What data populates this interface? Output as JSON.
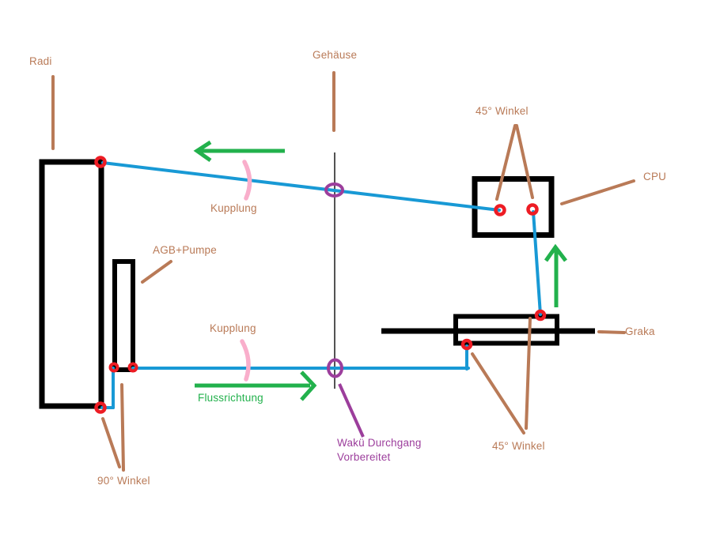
{
  "diagram": {
    "description": "Hand-drawn water-cooling loop plan (Paint-style sketch)",
    "labels": {
      "radi": "Radi",
      "gehaeuse": "Gehäuse",
      "winkel45_top": "45° Winkel",
      "cpu": "CPU",
      "kupplung_top": "Kupplung",
      "agb_pumpe": "AGB+Pumpe",
      "kupplung_bottom": "Kupplung",
      "graka": "Graka",
      "flussrichtung": "Flussrichtung",
      "wakue_durchgang_line1": "Wakü Durchgang",
      "wakue_durchgang_line2": "Vorbereitet",
      "winkel45_bottom": "45° Winkel",
      "winkel90": "90° Winkel"
    },
    "colors": {
      "component_outline": "#000000",
      "tubing": "#1899D5",
      "fitting": "#ED1C24",
      "annotation_text": "#B97A57",
      "flow_arrow": "#22B14C",
      "coupling_mark": "#F9AECB",
      "passthrough": "#9C3E9C",
      "background": "#FFFFFF"
    }
  }
}
